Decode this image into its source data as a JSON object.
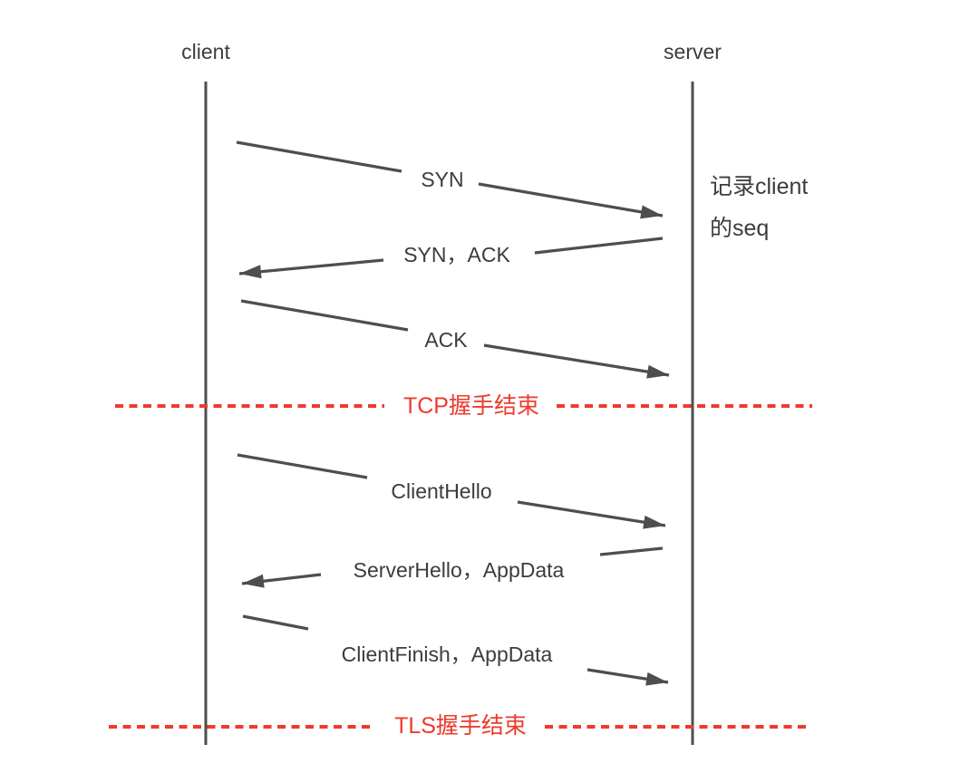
{
  "diagram": {
    "type": "sequence-diagram",
    "background_color": "#ffffff",
    "line_color": "#4e4e4e",
    "text_color": "#3c3c3c",
    "accent_color": "#ee3a2d",
    "actors": [
      {
        "id": "client",
        "label": "client"
      },
      {
        "id": "server",
        "label": "server"
      }
    ],
    "messages": [
      {
        "label": "SYN",
        "from": "client",
        "to": "server"
      },
      {
        "label": "SYN，ACK",
        "from": "server",
        "to": "client"
      },
      {
        "label": "ACK",
        "from": "client",
        "to": "server"
      },
      {
        "label": "ClientHello",
        "from": "client",
        "to": "server"
      },
      {
        "label": "ServerHello，AppData",
        "from": "server",
        "to": "client"
      },
      {
        "label": "ClientFinish，AppData",
        "from": "client",
        "to": "server"
      }
    ],
    "separators": [
      {
        "label": "TCP握手结束"
      },
      {
        "label": "TLS握手结束"
      }
    ],
    "annotations": [
      {
        "position": "right-of-server-lifeline",
        "lines": [
          "记录client",
          "的seq"
        ]
      }
    ]
  }
}
